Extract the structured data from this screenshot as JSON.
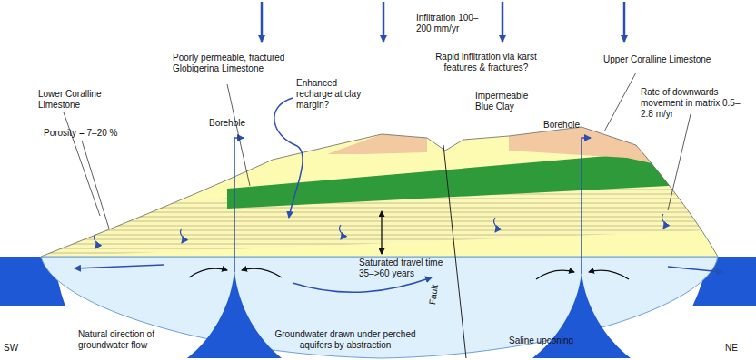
{
  "diagram": {
    "labels": [
      "Infiltration 100–200 mm/yr",
      "Poorly permeable, fractured Globigerina Limestone",
      "Enhanced recharge at clay margin?",
      "Rapid infiltration via karst features & fractures?",
      "Impermeable Blue Clay",
      "Upper Coralline Limestone",
      "Lower Coralline Limestone",
      "Borehole",
      "Borehole",
      "Porosity = 7–20 %",
      "Rate of downwards movement in matrix 0.5–2.8 m/yr",
      "Saturated travel time 35–>60 years",
      "Fault",
      "SW",
      "NE",
      "Natural direction of groundwater flow",
      "Groundwater drawn under perched aquifers by abstraction",
      "Saline upconing"
    ]
  }
}
